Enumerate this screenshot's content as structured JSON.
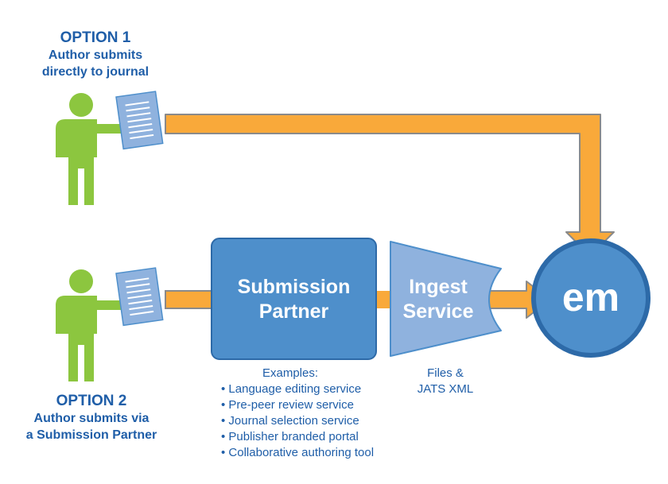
{
  "option1": {
    "title": "OPTION 1",
    "line1": "Author submits",
    "line2": "directly to journal"
  },
  "option2": {
    "title": "OPTION 2",
    "line1": "Author submits via",
    "line2": "a Submission Partner"
  },
  "submission_partner": {
    "line1": "Submission",
    "line2": "Partner"
  },
  "ingest_service": {
    "line1": "Ingest",
    "line2": "Service"
  },
  "em_label": "em",
  "examples": {
    "heading": "Examples:",
    "items": [
      "Language editing service",
      "Pre-peer review service",
      "Journal selection service",
      "Publisher branded portal",
      "Collaborative authoring tool"
    ]
  },
  "files": {
    "line1": "Files &",
    "line2": "JATS XML"
  },
  "colors": {
    "person": "#8cc63f",
    "arrow": "#f9a93a",
    "arrow_outline": "#8a8a8a",
    "partner_box": "#4e8fcb",
    "ingest_box": "#8fb2de",
    "em_circle": "#4e8fcb",
    "text_blue": "#1f5ea8"
  }
}
